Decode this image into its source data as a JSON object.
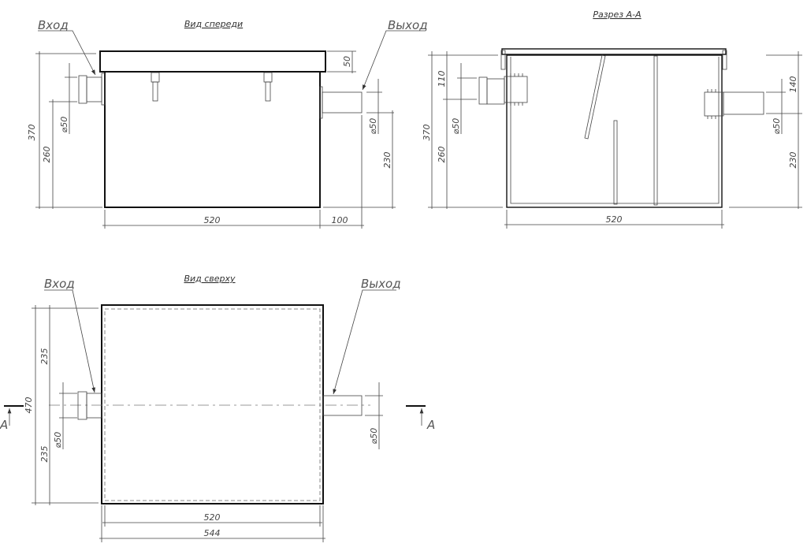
{
  "front_view": {
    "title": "Вид спереди",
    "inlet_label": "Вход",
    "outlet_label": "Выход",
    "dims": {
      "total_height": "370",
      "inlet_height": "260",
      "inlet_diameter": "⌀50",
      "lid": "50",
      "outlet_diameter": "⌀50",
      "outlet_height": "230",
      "width": "520",
      "outlet_length": "100"
    }
  },
  "section_view": {
    "title": "Разрез А-А",
    "dims": {
      "total_height": "370",
      "inlet_top": "110",
      "inlet_height": "260",
      "inlet_diameter": "⌀50",
      "outlet_top": "140",
      "outlet_height": "230",
      "outlet_diameter": "⌀50",
      "width": "520"
    }
  },
  "top_view": {
    "title": "Вид сверху",
    "inlet_label": "Вход",
    "outlet_label": "Выход",
    "section_mark": "А",
    "dims": {
      "depth": "470",
      "half_top": "235",
      "half_bottom": "235",
      "inlet_diameter": "⌀50",
      "outlet_diameter": "⌀50",
      "inner_width": "520",
      "outer_width": "544"
    }
  }
}
